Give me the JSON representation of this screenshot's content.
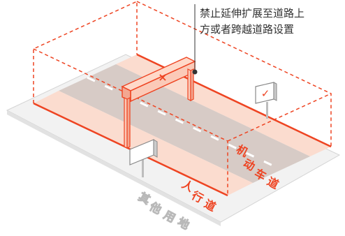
{
  "callout": {
    "line1": "禁止延伸扩展至道路上",
    "line2": "方或者跨越道路设置"
  },
  "labels": {
    "motor_lane": [
      "机",
      "动",
      "车",
      "道"
    ],
    "sidewalk": [
      "人",
      "行",
      "道"
    ],
    "other_land": [
      "其",
      "他",
      "用",
      "地"
    ]
  },
  "sign_glyphs": {
    "gantry": "×",
    "roadside_sign": "✓"
  },
  "colors": {
    "accent": "#ee4422",
    "road": "#d7cbc6",
    "sidewalk": "#fbdccf",
    "ground": "#f2f2f2",
    "text": "#333333"
  }
}
